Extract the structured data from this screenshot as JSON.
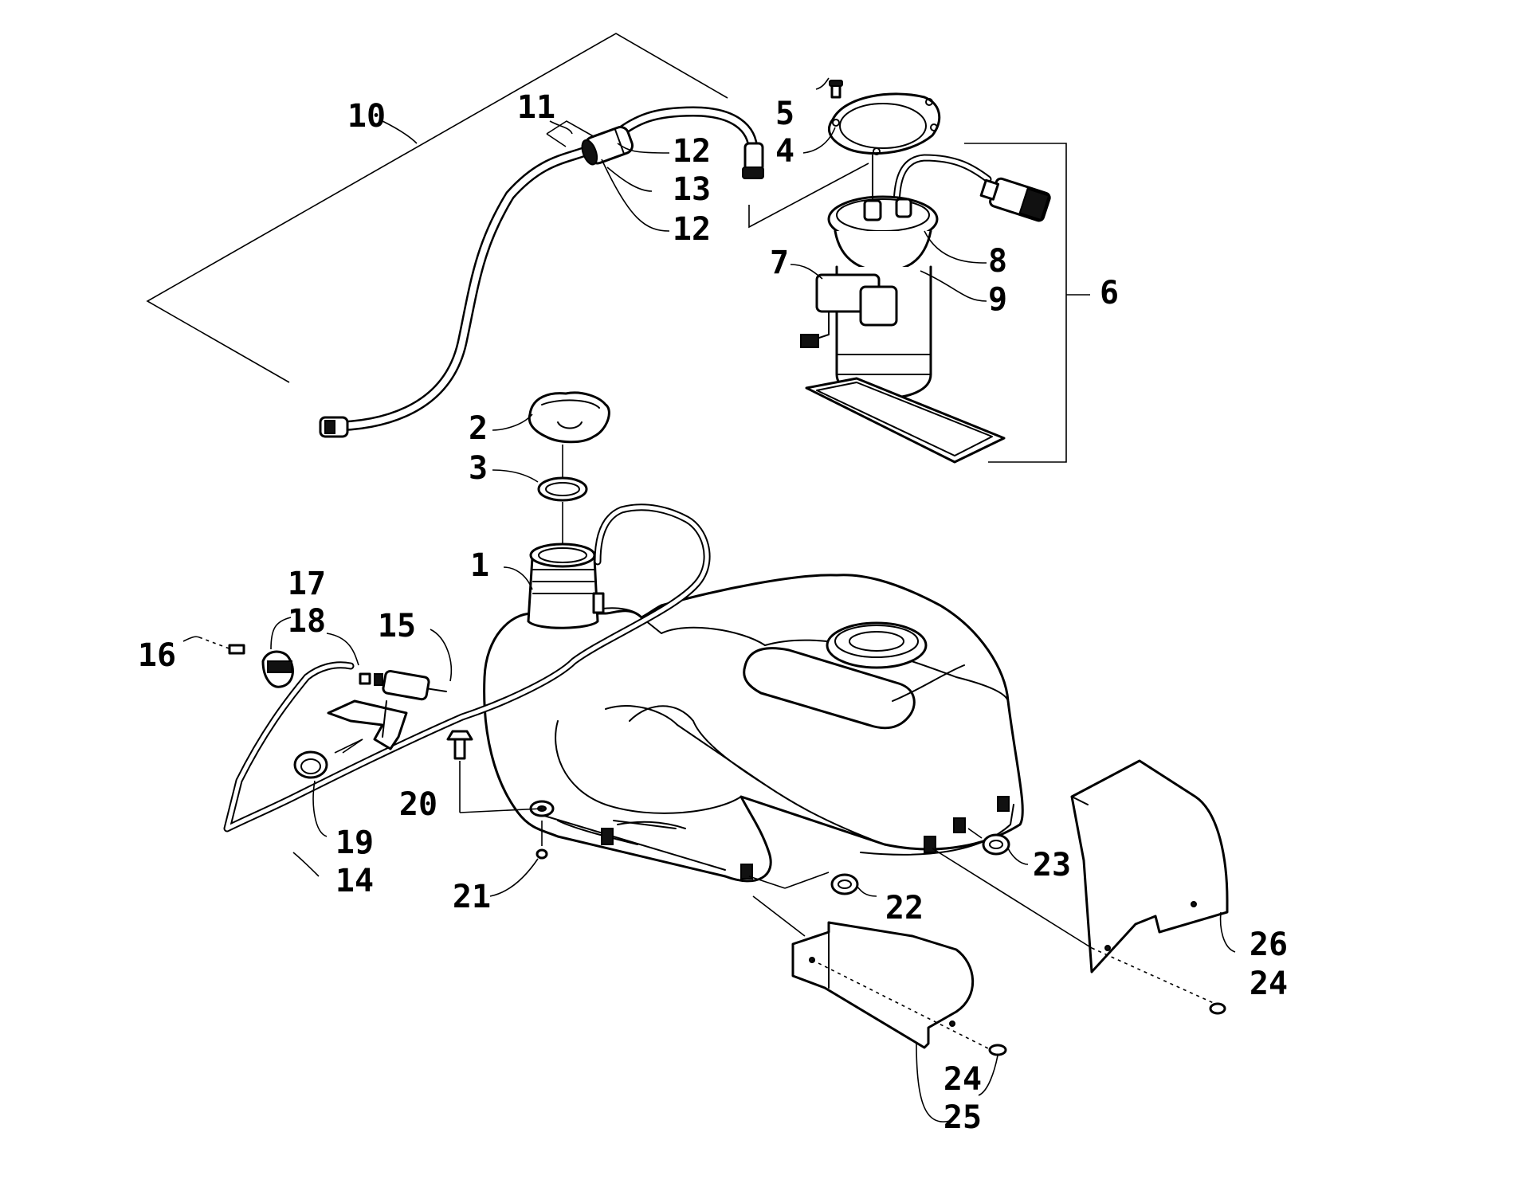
{
  "diagram": {
    "callouts": {
      "c1": "1",
      "c2": "2",
      "c3": "3",
      "c4": "4",
      "c5": "5",
      "c6": "6",
      "c7": "7",
      "c8": "8",
      "c9": "9",
      "c10": "10",
      "c11": "11",
      "c12a": "12",
      "c12b": "12",
      "c13": "13",
      "c14": "14",
      "c15": "15",
      "c16": "16",
      "c17": "17",
      "c18": "18",
      "c19": "19",
      "c20": "20",
      "c21": "21",
      "c22": "22",
      "c23": "23",
      "c24a": "24",
      "c24b": "24",
      "c25": "25",
      "c26": "26"
    }
  }
}
